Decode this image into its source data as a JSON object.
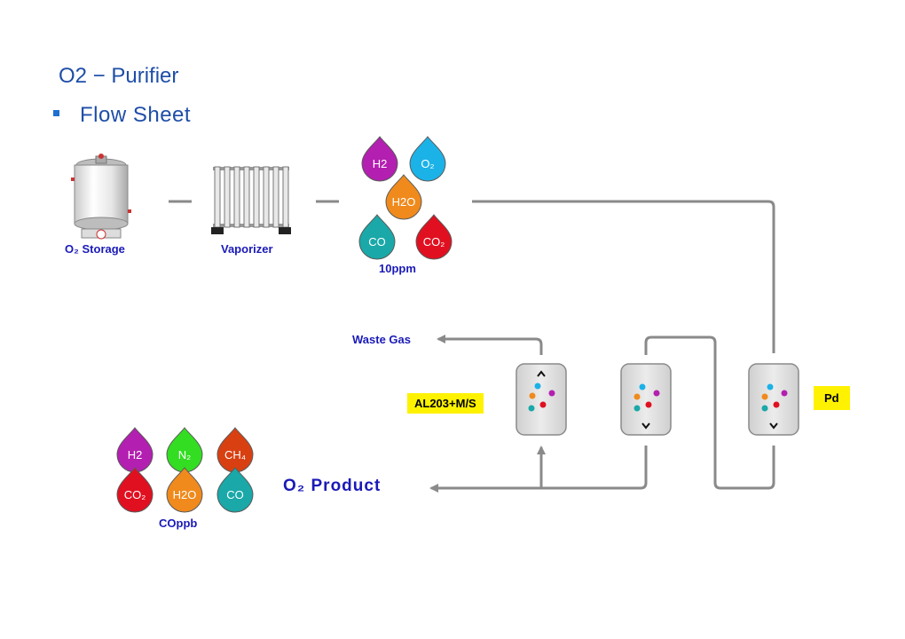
{
  "header": {
    "title": "O2 − Purifier",
    "subtitle": "Flow Sheet"
  },
  "equipment": {
    "storage_label": "O₂ Storage",
    "vaporizer_label": "Vaporizer"
  },
  "impurities_in": {
    "concentration": "10ppm",
    "drops": [
      {
        "label": "H2",
        "color": "#b31fb0"
      },
      {
        "label": "O₂",
        "color": "#1bb2e8"
      },
      {
        "label": "H2O",
        "color": "#f08a1c"
      },
      {
        "label": "CO",
        "color": "#1aa8a8"
      },
      {
        "label": "CO₂",
        "color": "#e01020"
      }
    ]
  },
  "impurities_out": {
    "concentration": "COppb",
    "drops": [
      {
        "label": "H2",
        "color": "#b31fb0"
      },
      {
        "label": "N₂",
        "color": "#33dd22"
      },
      {
        "label": "CH₄",
        "color": "#d84012"
      },
      {
        "label": "CO₂",
        "color": "#e01020"
      },
      {
        "label": "H2O",
        "color": "#f08a1c"
      },
      {
        "label": "CO",
        "color": "#1aa8a8"
      }
    ]
  },
  "columns": {
    "left_media": "AL203+M/S",
    "right_media": "Pd",
    "dot_colors": [
      "#1bb2e8",
      "#f08a1c",
      "#b31fb0",
      "#1aa8a8",
      "#e01020"
    ]
  },
  "streams": {
    "waste_gas": "Waste Gas",
    "product": "O₂  Product"
  },
  "colors": {
    "line": "#8a8a8a",
    "text_blue": "#1a1ab8",
    "highlight": "#fff200"
  }
}
